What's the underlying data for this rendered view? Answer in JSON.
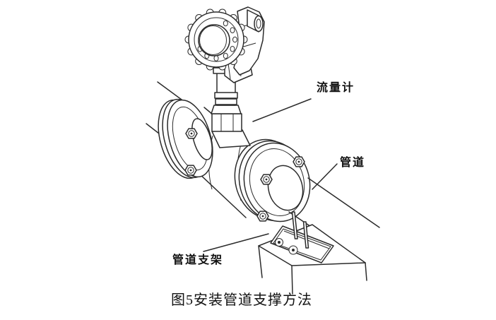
{
  "figure": {
    "caption": "图5安装管道支撑方法",
    "callouts": {
      "flow_meter": "流量计",
      "pipe": "管道",
      "pipe_support": "管道支架"
    }
  },
  "colors": {
    "line": "#2b2b2b",
    "text": "#111111",
    "background": "#ffffff"
  }
}
